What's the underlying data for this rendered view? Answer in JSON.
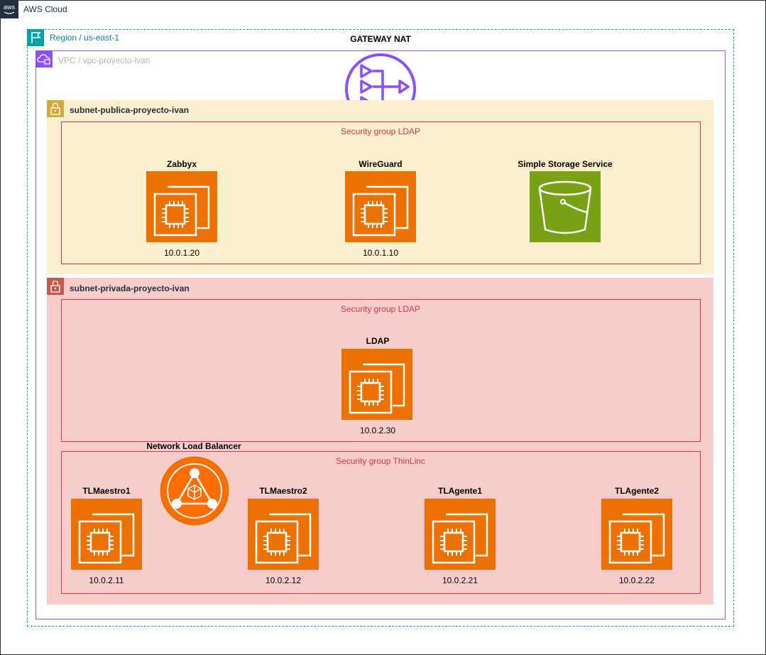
{
  "cloud": {
    "label": "AWS Cloud",
    "icon": "aws-logo-icon"
  },
  "region": {
    "label": "Region / us-east-1",
    "icon": "region-flag-icon"
  },
  "vpc": {
    "label": "VPC / vpc-proyecto-ivan",
    "icon": "vpc-cloud-lock-icon"
  },
  "nat": {
    "title": "GATEWAY NAT",
    "icon": "nat-gateway-icon"
  },
  "subnet_public": {
    "label": "subnet-publica-proyecto-ivan",
    "security_group": "Security group LDAP",
    "nodes": [
      {
        "title": "Zabbyx",
        "ip": "10.0.1.20",
        "icon": "ec2-instance-icon"
      },
      {
        "title": "WireGuard",
        "ip": "10.0.1.10",
        "icon": "ec2-instance-icon"
      },
      {
        "title": "Simple Storage Service",
        "icon": "s3-bucket-icon"
      }
    ]
  },
  "subnet_private": {
    "label": "subnet-privada-proyecto-ivan",
    "sg_ldap": {
      "label": "Security group LDAP",
      "node": {
        "title": "LDAP",
        "ip": "10.0.2.30",
        "icon": "ec2-instance-icon"
      }
    },
    "nlb": {
      "title": "Network Load Balancer",
      "icon": "network-load-balancer-icon"
    },
    "sg_thinlinc": {
      "label": "Security group ThinLinc",
      "nodes": [
        {
          "title": "TLMaestro1",
          "ip": "10.0.2.11",
          "icon": "ec2-instance-icon"
        },
        {
          "title": "TLMaestro2",
          "ip": "10.0.2.12",
          "icon": "ec2-instance-icon"
        },
        {
          "title": "TLAgente1",
          "ip": "10.0.2.21",
          "icon": "ec2-instance-icon"
        },
        {
          "title": "TLAgente2",
          "ip": "10.0.2.22",
          "icon": "ec2-instance-icon"
        }
      ]
    }
  },
  "colors": {
    "ec2": "#ed7100",
    "s3": "#7aa116",
    "vpc": "#8c4fff",
    "region": "#00a4a6",
    "public_subnet": "#fcefcd",
    "private_subnet": "#f6cdca",
    "security_group": "#dd344c"
  }
}
